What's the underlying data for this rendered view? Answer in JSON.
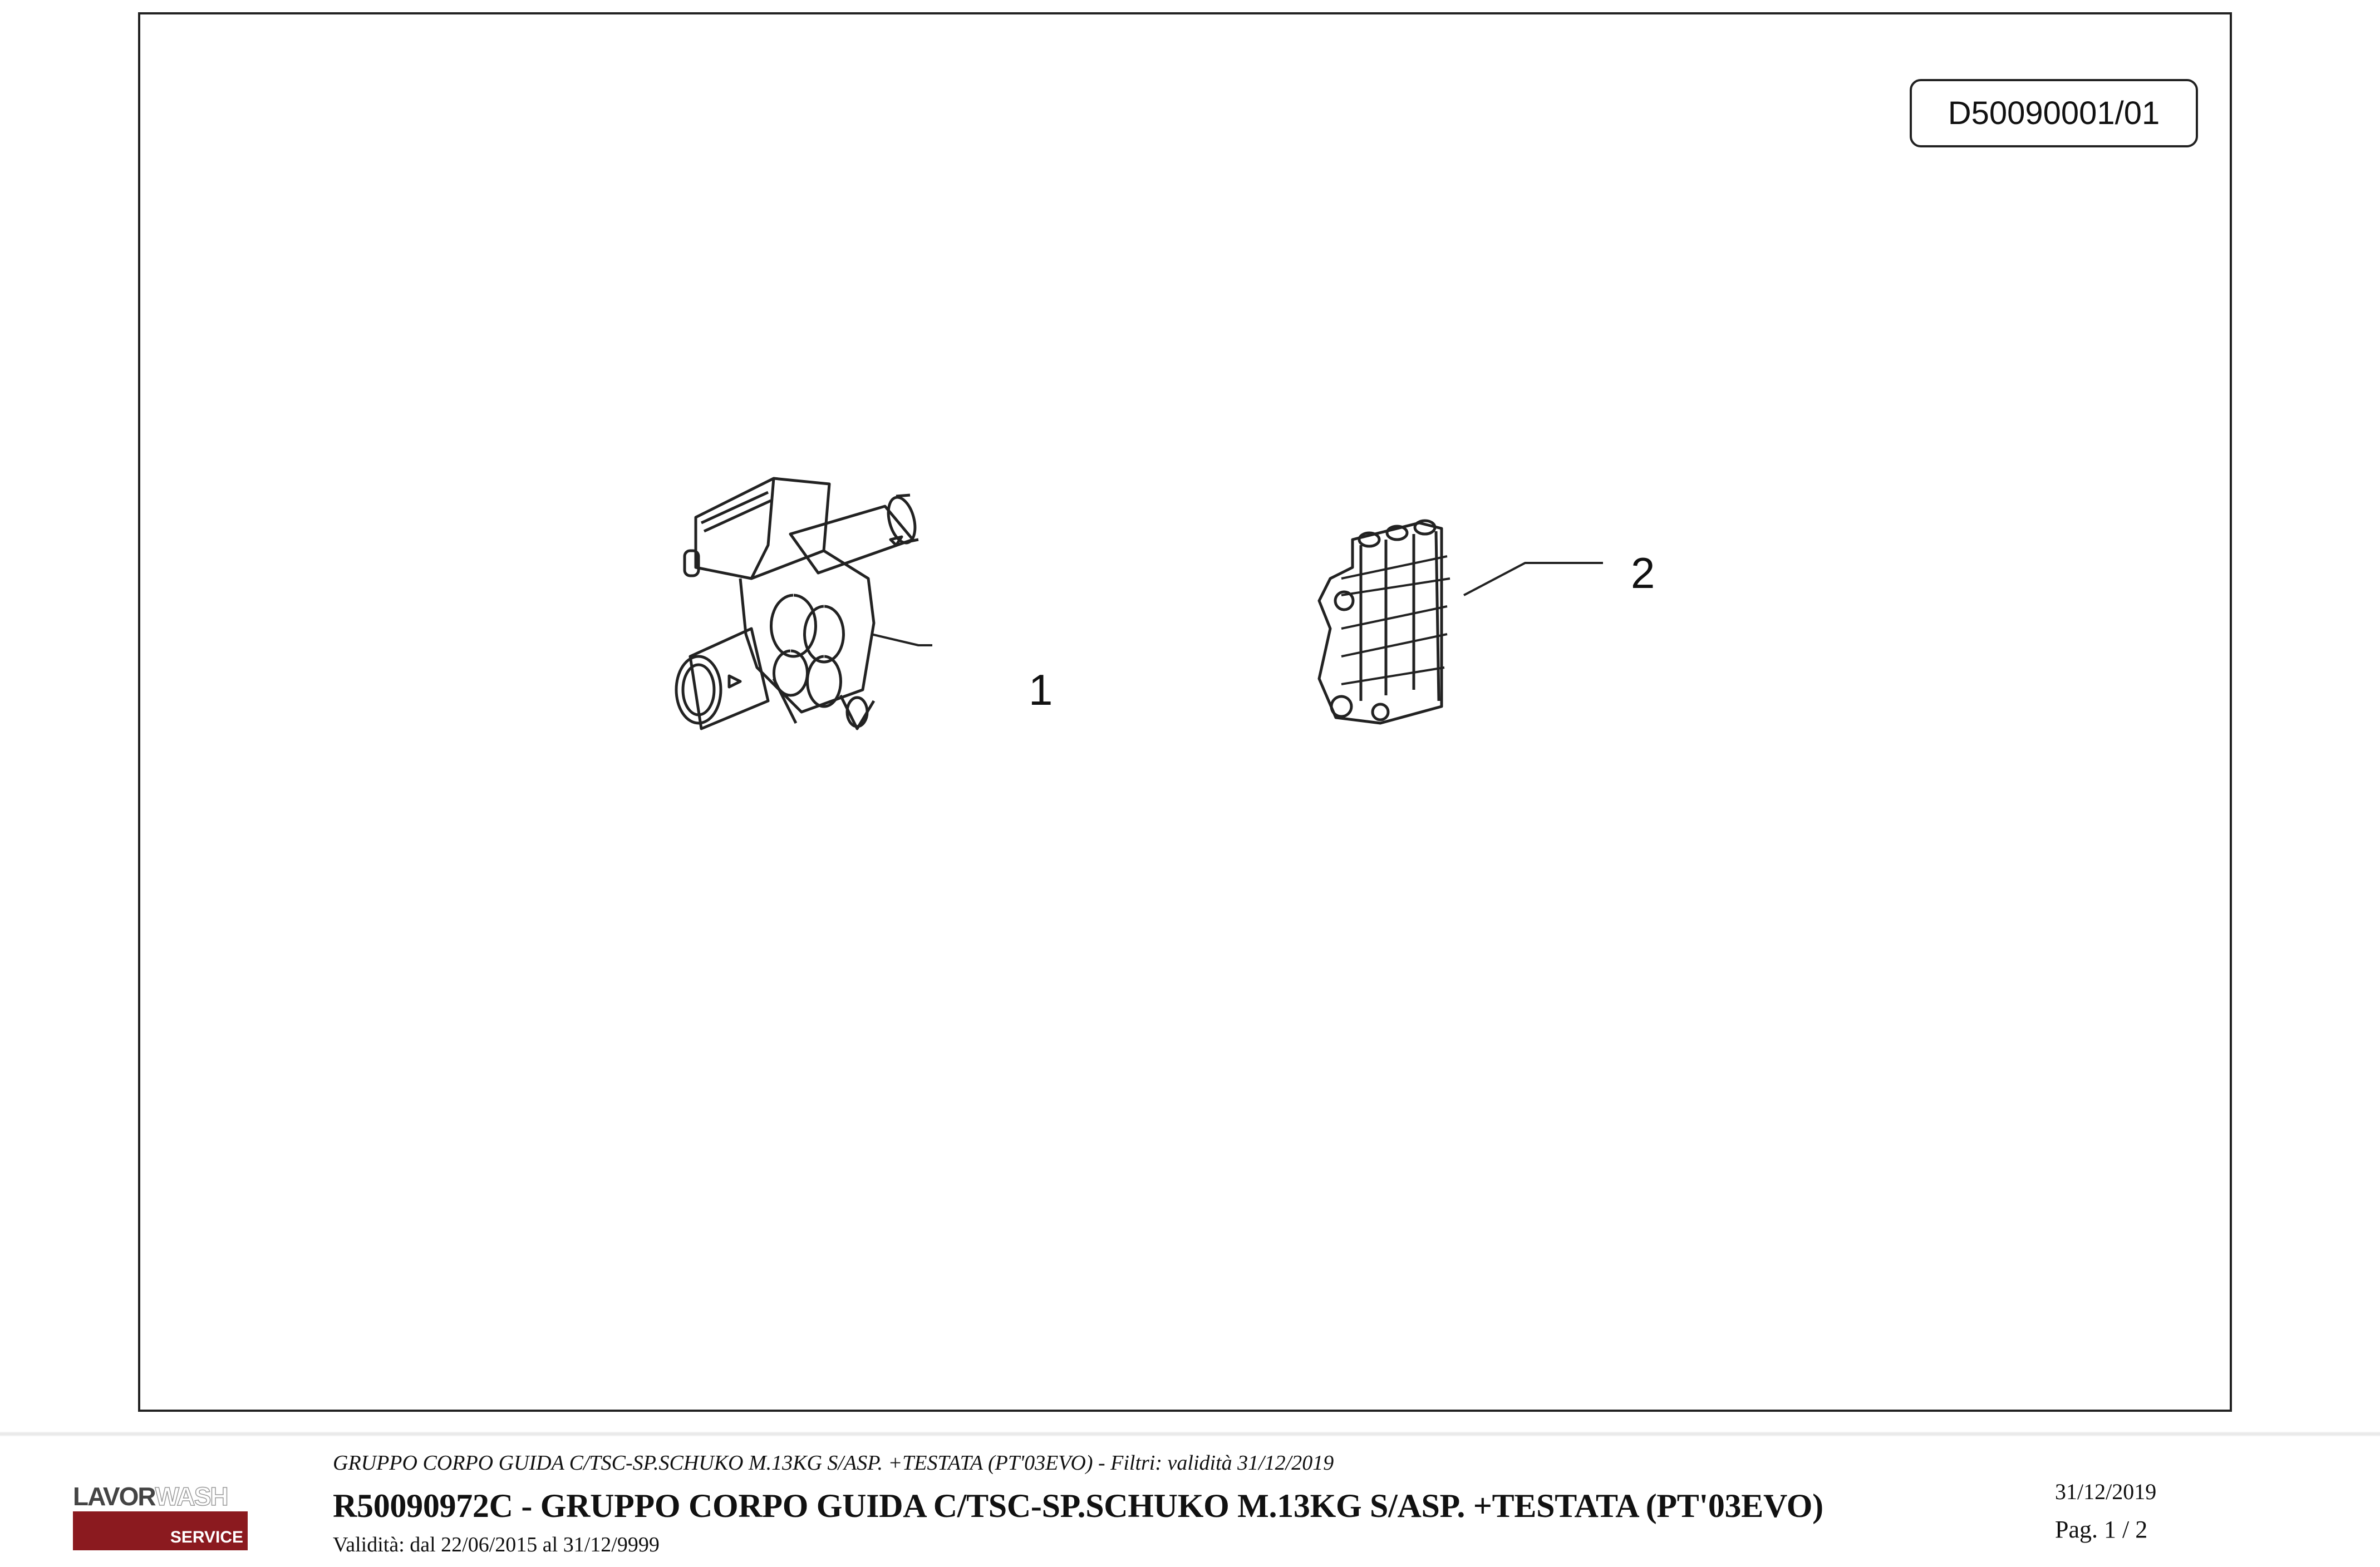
{
  "drawing": {
    "code": "D50090001/01",
    "callouts": [
      "1",
      "2"
    ]
  },
  "footer": {
    "logo": {
      "brand_a": "LAVOR",
      "brand_b": "WASH",
      "tag": "SERVICE",
      "color": "#8b1a1f"
    },
    "subtitle": "GRUPPO CORPO GUIDA C/TSC-SP.SCHUKO M.13KG S/ASP. +TESTATA (PT'03EVO) - Filtri: validità 31/12/2019",
    "title": "R50090972C - GRUPPO CORPO GUIDA C/TSC-SP.SCHUKO M.13KG S/ASP. +TESTATA (PT'03EVO)",
    "validity": "Validità: dal 22/06/2015 al 31/12/9999",
    "date": "31/12/2019",
    "page": "Pag. 1 / 2"
  }
}
